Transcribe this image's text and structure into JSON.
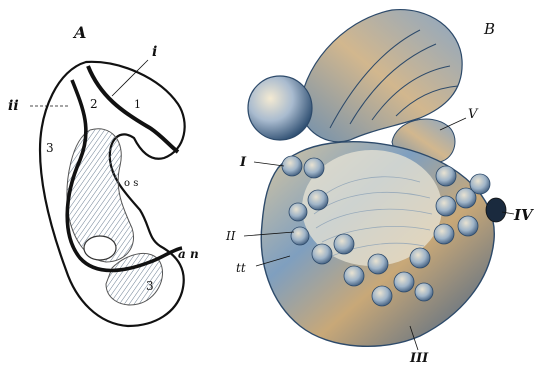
{
  "figure": {
    "panel_a": {
      "panel_letter": "A",
      "labels": {
        "top_i": "i",
        "left_ii": "ii",
        "region_1": "1",
        "region_2": "2",
        "region_3_upper": "3",
        "region_3_lower": "3",
        "os": "o s",
        "an": "a n"
      }
    },
    "panel_b": {
      "panel_letter": "B",
      "labels": {
        "I": "I",
        "II": "II",
        "tt": "tt",
        "III": "III",
        "IV": "IV",
        "V": "V"
      }
    }
  }
}
